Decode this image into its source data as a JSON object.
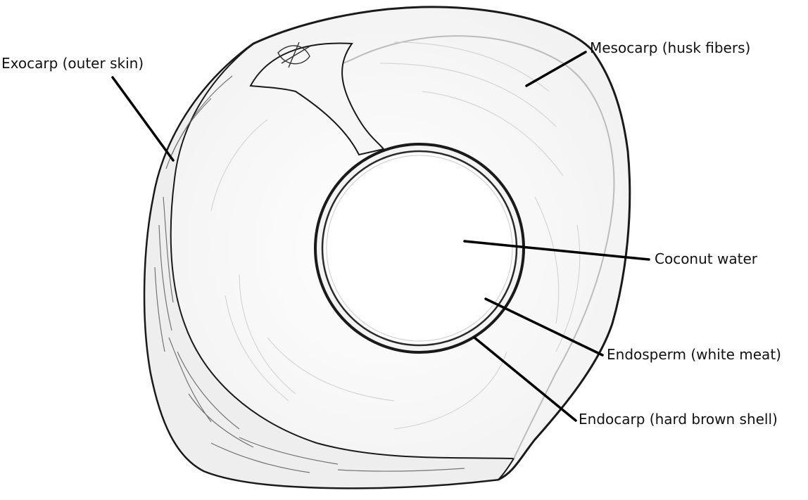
{
  "diagram": {
    "labels": {
      "exocarp": "Exocarp (outer skin)",
      "mesocarp": "Mesocarp (husk fibers)",
      "water": "Coconut water",
      "endosperm": "Endosperm (white meat)",
      "endocarp": "Endocarp (hard brown shell)"
    },
    "colors": {
      "ink": "#1a1a1a",
      "pencil": "#9a9a9a",
      "pencil_light": "#c8c8c8",
      "background": "#ffffff"
    }
  }
}
